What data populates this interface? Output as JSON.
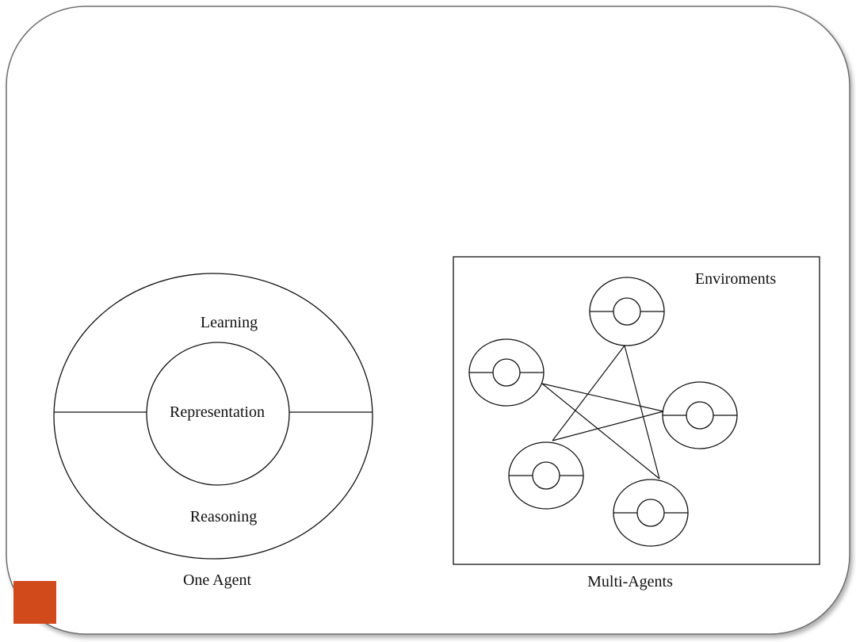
{
  "slide": {
    "accent_color": "#d04a1c",
    "frame_color": "#6e6e6e"
  },
  "one_agent": {
    "caption": "One Agent",
    "outer_top_label": "Learning",
    "outer_bottom_label": "Reasoning",
    "inner_label": "Representation"
  },
  "multi_agents": {
    "caption": "Multi-Agents",
    "environment_label": "Enviroments",
    "agent_count": 5,
    "agent_names": [
      "agent-top",
      "agent-left",
      "agent-right",
      "agent-bottom-left",
      "agent-bottom-right"
    ],
    "connections": [
      [
        "agent-top",
        "agent-bottom-left"
      ],
      [
        "agent-top",
        "agent-bottom-right"
      ],
      [
        "agent-left",
        "agent-right"
      ],
      [
        "agent-left",
        "agent-bottom-right"
      ],
      [
        "agent-right",
        "agent-bottom-left"
      ]
    ]
  }
}
